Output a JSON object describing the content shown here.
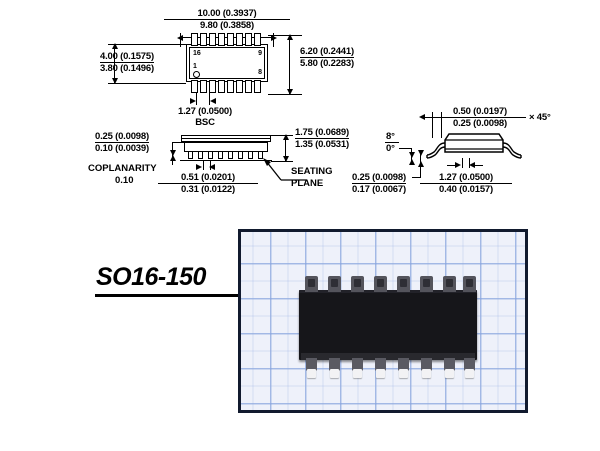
{
  "document": {
    "type": "package-outline-drawing",
    "part_label": "SO16-150"
  },
  "top_view": {
    "name": "top-view",
    "pin_numbers": {
      "top_left": "16",
      "top_right": "9",
      "bottom_left": "1",
      "bottom_right": "8"
    },
    "pins_per_side": 8,
    "dimensions": {
      "width_max": "10.00 (0.3937)",
      "width_min": "9.80 (0.3858)",
      "body_width_max": "4.00 (0.1575)",
      "body_width_min": "3.80 (0.1496)",
      "span_max": "6.20 (0.2441)",
      "span_min": "5.80 (0.2283)",
      "pitch": "1.27 (0.0500)",
      "pitch_note": "BSC"
    }
  },
  "side_view": {
    "name": "side-view",
    "dimensions": {
      "standoff_max": "0.25 (0.0098)",
      "standoff_min": "0.10 (0.0039)",
      "height_max": "1.75 (0.0689)",
      "height_min": "1.35 (0.0531)",
      "lead_width_max": "0.51 (0.0201)",
      "lead_width_min": "0.31 (0.0122)"
    },
    "notes": {
      "coplanarity_label": "COPLANARITY",
      "coplanarity_value": "0.10",
      "seating_plane_line1": "SEATING",
      "seating_plane_line2": "PLANE"
    }
  },
  "detail_view": {
    "name": "lead-detail-view",
    "dimensions": {
      "chamfer_max": "0.50 (0.0197)",
      "chamfer_min": "0.25 (0.0098)",
      "chamfer_angle": "× 45°",
      "angle_max": "8°",
      "angle_min": "0°",
      "thickness_max": "0.25 (0.0098)",
      "thickness_min": "0.17 (0.0067)",
      "foot_max": "1.27 (0.0500)",
      "foot_min": "0.40 (0.0157)"
    }
  },
  "photo": {
    "name": "package-photo",
    "subject": "SOIC-16 integrated circuit on blue graph paper",
    "colors": {
      "border": "#111a2e",
      "paper": "#eef1fa",
      "grid": "#6e91d7",
      "body": "#16161a"
    }
  }
}
